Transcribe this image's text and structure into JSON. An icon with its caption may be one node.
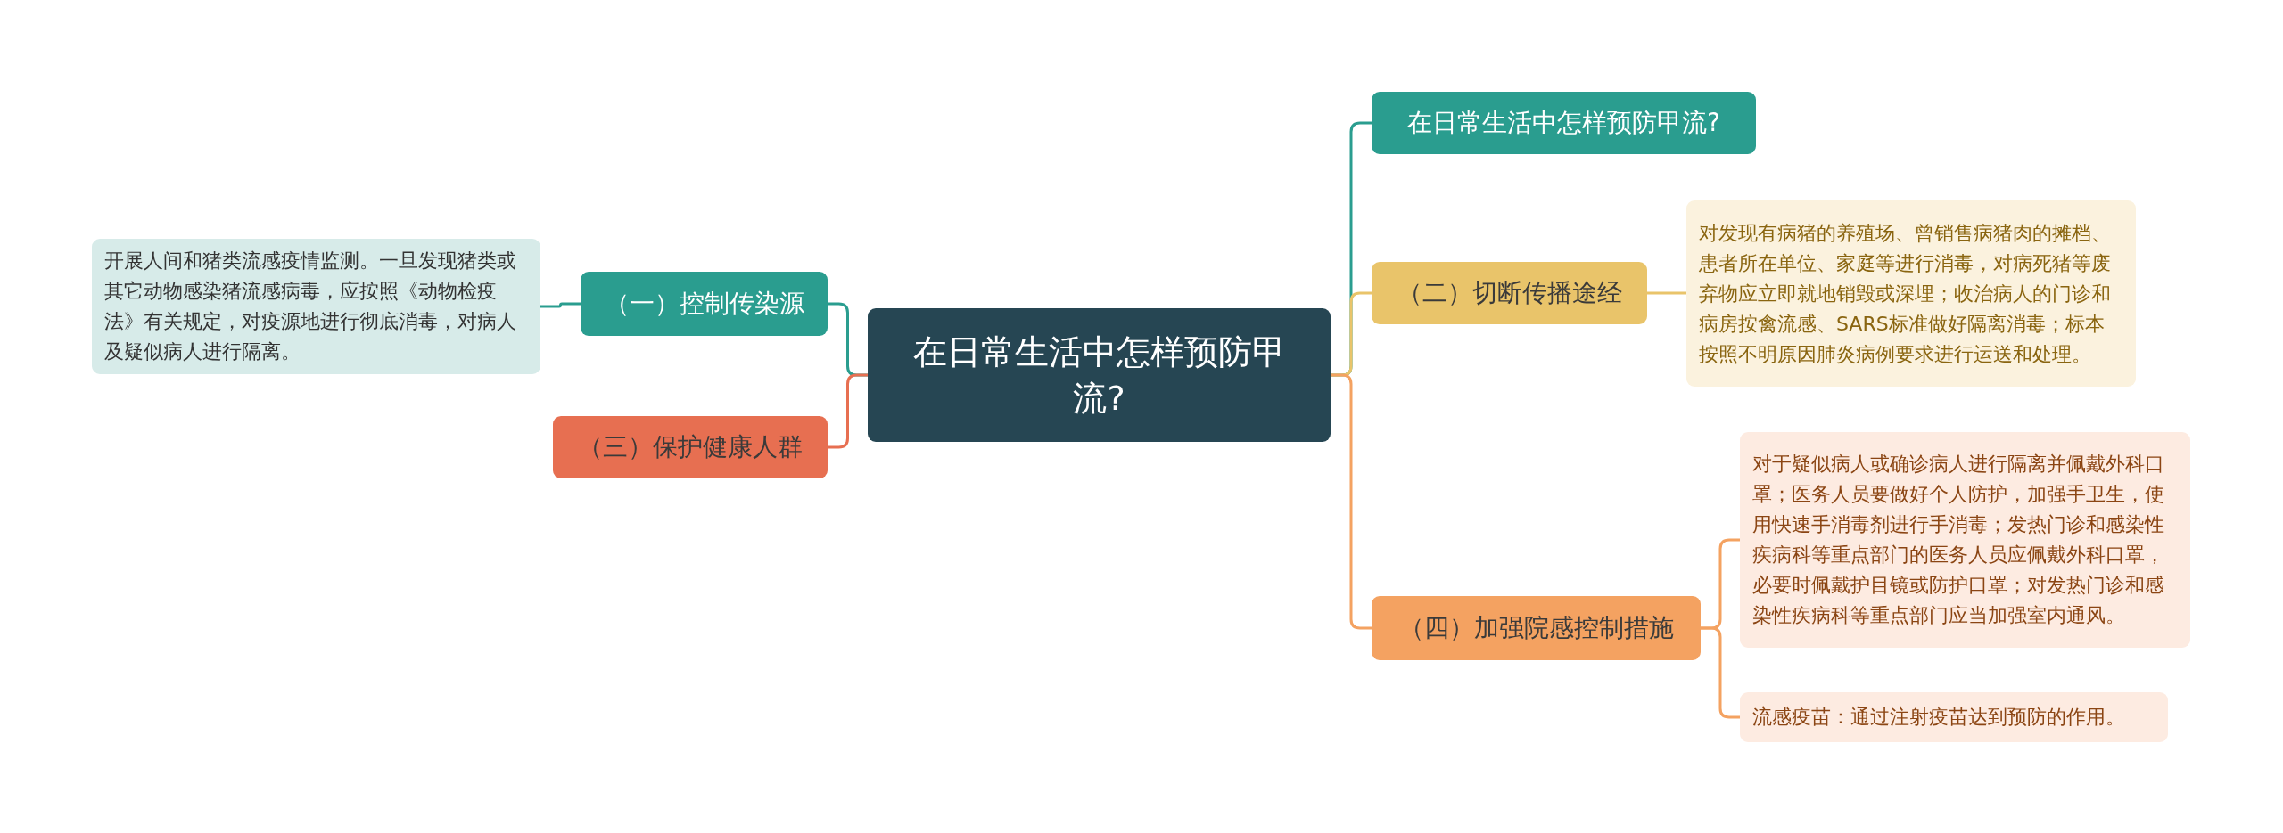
{
  "diagram": {
    "nodes": [
      {
        "text": [
          "在日常生活中怎样预防甲流?"
        ]
      },
      {
        "text": [
          "在日常生活中怎样预防甲流?"
        ]
      },
      {
        "text": [
          "（二）切断传播途经"
        ]
      },
      {
        "text": [
          "对发现有病猪的养殖场、曾销售病猪肉的摊档、患者所在单位、家庭等进行消毒，对病死猪等废弃物应立即就地销毁或深埋；收治病人的门诊和病房按禽流感、SARS标准做好隔离消毒；标本按照不明原因肺炎病例要求进行运送和处理。"
        ]
      },
      {
        "text": [
          "（四）加强院感控制措施"
        ]
      },
      {
        "text": [
          "对于疑似病人或确诊病人进行隔离并佩戴外科口罩；医务人员要做好个人防护，加强手卫生，使用快速手消毒剂进行手消毒；发热门诊和感染性疾病科等重点部门的医务人员应佩戴外科口罩，必要时佩戴护目镜或防护口罩；对发热门诊和感染性疾病科等重点部门应当加强室内通风。"
        ]
      },
      {
        "text": [
          "流感疫苗：通过注射疫苗达到预防的作用。"
        ]
      },
      {
        "text": [
          "（一）控制传染源"
        ]
      },
      {
        "text": [
          "开展人间和猪类流感疫情监测。一旦发现猪类或其它动物感染猪流感病毒，应按照《动物检疫法》有关规定，对疫源地进行彻底消毒，对病人及疑似病人进行隔离。"
        ]
      },
      {
        "text": [
          "（三）保护健康人群"
        ]
      }
    ],
    "edges": [
      {
        "from": 0,
        "to": 1,
        "arrow": "none",
        "color": "#2a9d8f"
      },
      {
        "from": 0,
        "to": 2,
        "arrow": "none",
        "color": "#e9c46a"
      },
      {
        "from": 2,
        "to": 3,
        "arrow": "none",
        "color": "#e9c46a"
      },
      {
        "from": 0,
        "to": 4,
        "arrow": "none",
        "color": "#f4a261"
      },
      {
        "from": 4,
        "to": 5,
        "arrow": "none",
        "color": "#f4a261"
      },
      {
        "from": 4,
        "to": 6,
        "arrow": "none",
        "color": "#f4a261"
      },
      {
        "from": 0,
        "to": 7,
        "arrow": "none",
        "color": "#2a9d8f"
      },
      {
        "from": 7,
        "to": 8,
        "arrow": "none",
        "color": "#2a9d8f"
      },
      {
        "from": 0,
        "to": 9,
        "arrow": "none",
        "color": "#e76f51"
      }
    ]
  }
}
